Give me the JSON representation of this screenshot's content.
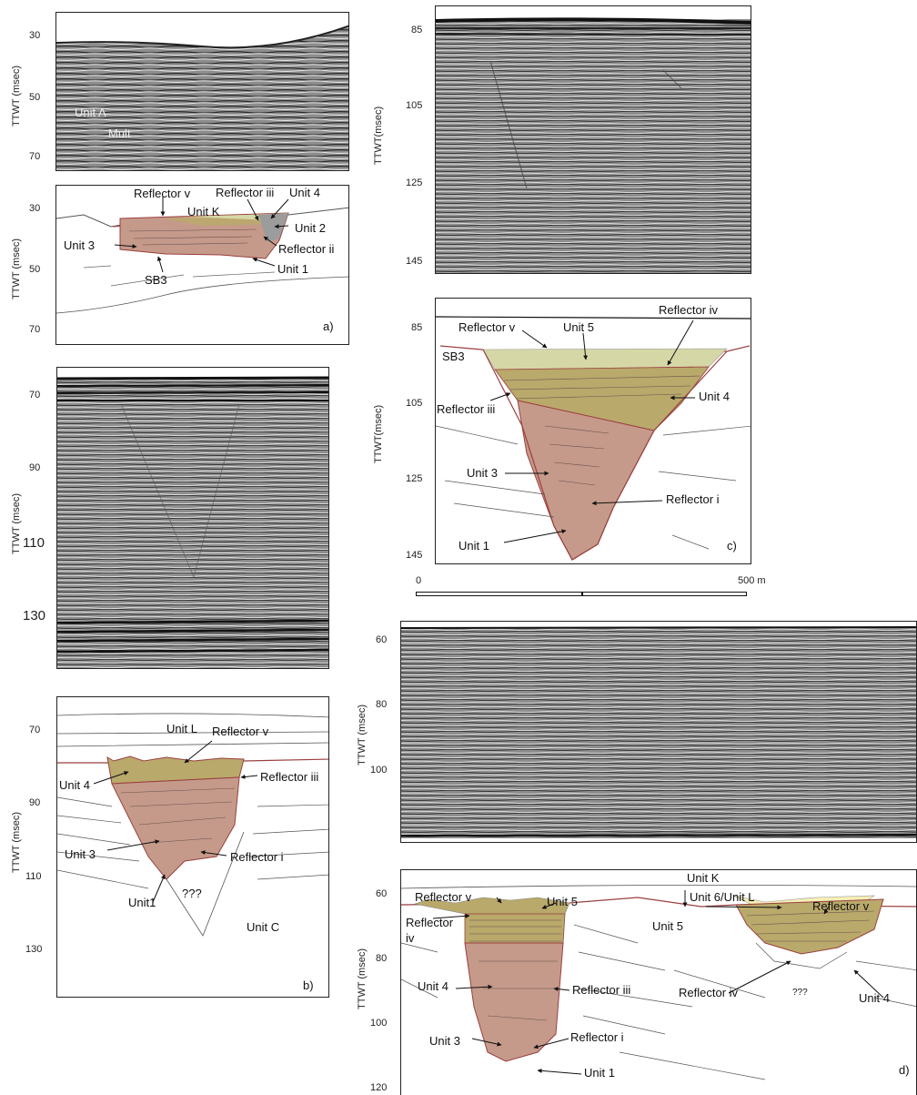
{
  "common": {
    "ylabel": "TTWT (msec)",
    "ylabel_nospace": "TTWT(msec)"
  },
  "a": {
    "seis_ticks": [
      "30",
      "50",
      "70"
    ],
    "seis_labels": [
      "Unit A",
      "Mult"
    ],
    "interp_ticks": [
      "30",
      "50",
      "70"
    ],
    "labels": [
      "Reflector v",
      "Reflector iii",
      "Unit 4",
      "Unit K",
      "Unit 2",
      "Unit 3",
      "Reflector ii",
      "Unit 1",
      "SB3"
    ],
    "panel_label": "a)"
  },
  "b": {
    "seis_ticks": [
      "70",
      "90",
      "110",
      "130"
    ],
    "interp_ticks": [
      "70",
      "90",
      "110",
      "130"
    ],
    "labels": [
      "Unit L",
      "Reflector v",
      "Unit 4",
      "Reflector iii",
      "Unit 3",
      "Reflector i",
      "Unit1",
      "???",
      "Unit C"
    ],
    "panel_label": "b)"
  },
  "c": {
    "seis_ticks": [
      "85",
      "105",
      "125",
      "145"
    ],
    "interp_ticks": [
      "85",
      "105",
      "125",
      "145"
    ],
    "labels": [
      "Reflector iv",
      "Reflector v",
      "Unit 5",
      "SB3",
      "Unit 4",
      "Reflector iii",
      "Unit 3",
      "Reflector i",
      "Unit 1"
    ],
    "panel_label": "c)",
    "scale": {
      "start": "0",
      "end": "500 m"
    }
  },
  "d": {
    "seis_ticks": [
      "60",
      "80",
      "100"
    ],
    "interp_ticks": [
      "60",
      "80",
      "100",
      "120"
    ],
    "labels": [
      "Unit K",
      "Reflector v",
      "Unit 5",
      "Unit 6/Unit L",
      "Reflector v",
      "Reflector",
      "iv",
      "Unit 5",
      "Unit 4",
      "Reflector iii",
      "Reflector iv",
      "???",
      "Unit 4",
      "Unit 3",
      "Reflector i",
      "Unit 1"
    ],
    "panel_label": "d)"
  },
  "colors": {
    "seismic_bg": "#8a8a8a",
    "unit5": "#d6d7a6",
    "unit4": "#b9a96b",
    "unit3": "#c59a8a",
    "unit5_light": "#f4efb4",
    "outline": "#9b3f3f"
  }
}
